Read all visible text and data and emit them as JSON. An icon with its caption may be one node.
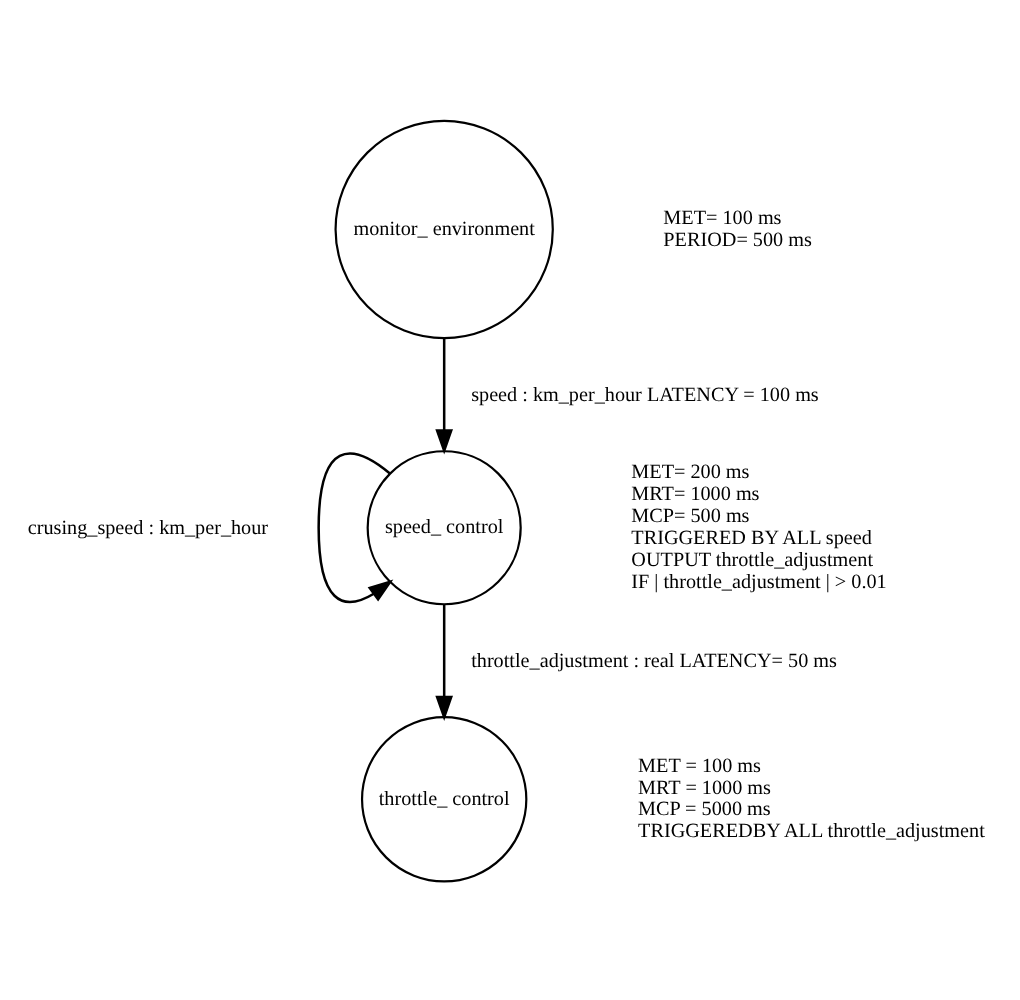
{
  "diagram": {
    "nodes": [
      {
        "text": [
          "monitor_ environment"
        ],
        "beside": [
          "MET= 100 ms",
          "PERIOD= 500 ms"
        ]
      },
      {
        "text": [
          "speed_ control"
        ],
        "beside": [
          "MET= 200 ms",
          "MRT= 1000 ms",
          "MCP= 500 ms",
          "TRIGGERED BY ALL speed",
          "OUTPUT throttle_adjustment",
          "IF | throttle_adjustment | > 0.01"
        ]
      },
      {
        "text": [
          "throttle_ control"
        ],
        "beside": [
          "MET = 100 ms",
          "MRT = 1000 ms",
          "MCP = 5000 ms",
          "TRIGGEREDBY ALL throttle_adjustment"
        ]
      }
    ],
    "edges": [
      {
        "from": 0,
        "to": 1,
        "arrow": "to",
        "label": "speed : km_per_hour LATENCY = 100 ms"
      },
      {
        "from": 1,
        "to": 1,
        "arrow": "to",
        "label": "crusing_speed : km_per_hour"
      },
      {
        "from": 1,
        "to": 2,
        "arrow": "to",
        "label": "throttle_adjustment : real LATENCY= 50 ms"
      }
    ]
  }
}
